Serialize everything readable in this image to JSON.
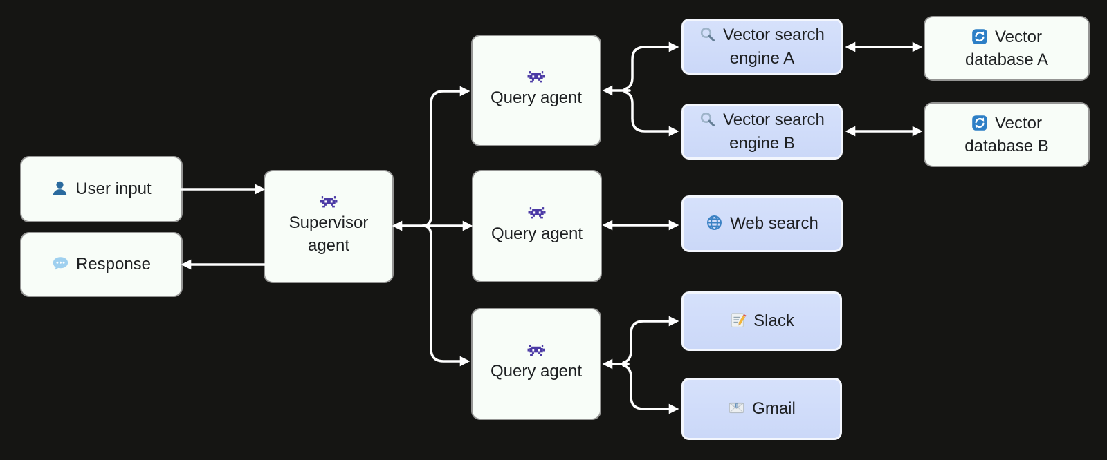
{
  "diagram": {
    "nodes": [
      {
        "id": "user-input",
        "icon": "person-icon",
        "lines": [
          "User input",
          ""
        ]
      },
      {
        "id": "response",
        "icon": "speech-bubble-icon",
        "lines": [
          "Response",
          ""
        ]
      },
      {
        "id": "supervisor-agent",
        "icon": "robot-icon",
        "lines": [
          "Supervisor",
          "agent"
        ]
      },
      {
        "id": "query-agent-1",
        "icon": "robot-icon",
        "lines": [
          "Query agent",
          ""
        ]
      },
      {
        "id": "query-agent-2",
        "icon": "robot-icon",
        "lines": [
          "Query agent",
          ""
        ]
      },
      {
        "id": "query-agent-3",
        "icon": "robot-icon",
        "lines": [
          "Query agent",
          ""
        ]
      },
      {
        "id": "vector-search-engine-a",
        "icon": "magnifier-icon",
        "lines": [
          "Vector search",
          "engine A"
        ]
      },
      {
        "id": "vector-search-engine-b",
        "icon": "magnifier-icon",
        "lines": [
          "Vector search",
          "engine B"
        ]
      },
      {
        "id": "web-search",
        "icon": "globe-icon",
        "lines": [
          "Web search",
          ""
        ]
      },
      {
        "id": "slack",
        "icon": "memo-icon",
        "lines": [
          "Slack",
          ""
        ]
      },
      {
        "id": "gmail",
        "icon": "email-icon",
        "lines": [
          "Gmail",
          ""
        ]
      },
      {
        "id": "vector-database-a",
        "icon": "sync-icon",
        "lines": [
          "Vector",
          "database A"
        ]
      },
      {
        "id": "vector-database-b",
        "icon": "sync-icon",
        "lines": [
          "Vector",
          "database B"
        ]
      }
    ],
    "edges": [
      {
        "from": "user-input",
        "to": "supervisor-agent",
        "direction": "one-way"
      },
      {
        "from": "supervisor-agent",
        "to": "response",
        "direction": "one-way"
      },
      {
        "from": "supervisor-agent",
        "to": "query-agent-1",
        "direction": "bidirectional"
      },
      {
        "from": "supervisor-agent",
        "to": "query-agent-2",
        "direction": "bidirectional"
      },
      {
        "from": "supervisor-agent",
        "to": "query-agent-3",
        "direction": "bidirectional"
      },
      {
        "from": "query-agent-1",
        "to": "vector-search-engine-a",
        "direction": "bidirectional"
      },
      {
        "from": "query-agent-1",
        "to": "vector-search-engine-b",
        "direction": "bidirectional"
      },
      {
        "from": "vector-search-engine-a",
        "to": "vector-database-a",
        "direction": "bidirectional"
      },
      {
        "from": "vector-search-engine-b",
        "to": "vector-database-b",
        "direction": "bidirectional"
      },
      {
        "from": "query-agent-2",
        "to": "web-search",
        "direction": "bidirectional"
      },
      {
        "from": "query-agent-3",
        "to": "slack",
        "direction": "bidirectional"
      },
      {
        "from": "query-agent-3",
        "to": "gmail",
        "direction": "bidirectional"
      }
    ],
    "colors": {
      "background": "#151513",
      "agent_node_fill": "#f8fdf8",
      "tool_node_fill": "#cfdbf9",
      "tool_node_border": "#f3f6fd",
      "arrow": "#ffffff",
      "text": "#1e2022",
      "robot_purple": "#4b3aa5",
      "icon_blue": "#2d7fc6"
    }
  }
}
